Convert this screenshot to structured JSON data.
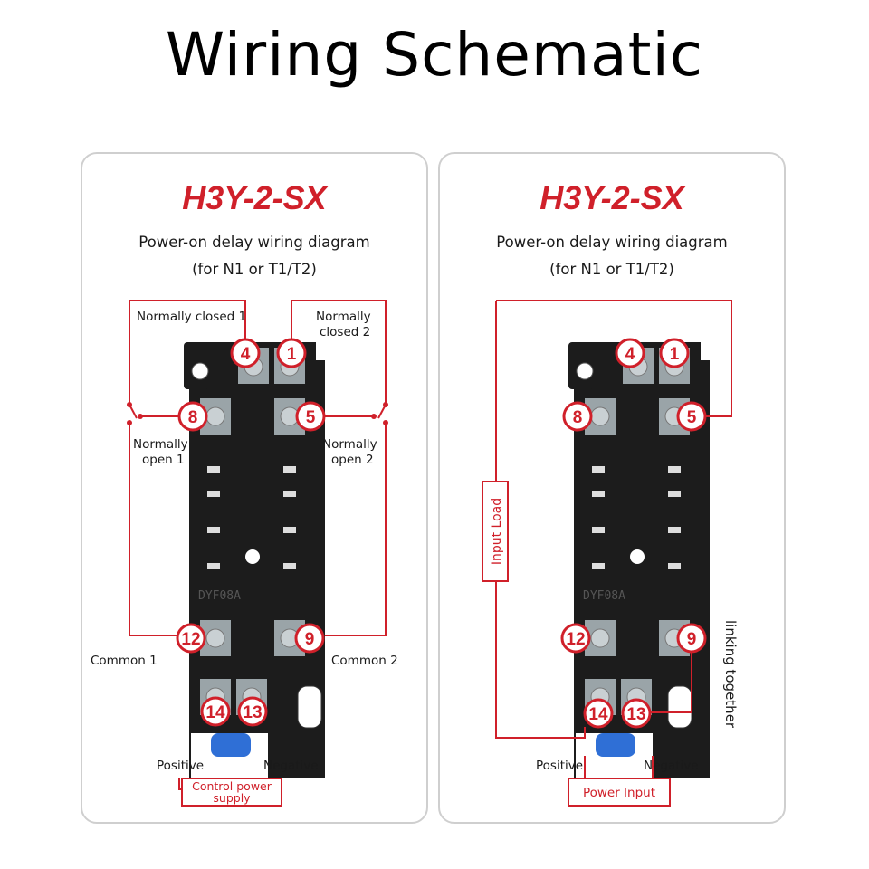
{
  "title": "Wiring Schematic",
  "colors": {
    "accent": "#d0202a",
    "wire": "#d0202a",
    "base": "#1c1c1c",
    "terminal": "#9aa4a8",
    "knob": "#2f6fd6"
  },
  "panels": [
    {
      "model": "H3Y-2-SX",
      "subtitle_line1": "Power-on delay wiring diagram",
      "subtitle_line2": "(for N1 or T1/T2)",
      "terminals": [
        "4",
        "1",
        "8",
        "5",
        "12",
        "9",
        "14",
        "13"
      ],
      "labels": {
        "normally_closed_1": "Normally closed 1",
        "normally_closed_2_line1": "Normally",
        "normally_closed_2_line2": "closed 2",
        "normally_open_1_line1": "Normally",
        "normally_open_1_line2": "open 1",
        "normally_open_2_line1": "Normally",
        "normally_open_2_line2": "open 2",
        "common_1": "Common 1",
        "common_2": "Common 2",
        "positive": "Positive",
        "negative": "Negative",
        "supply_line1": "Control power",
        "supply_line2": "supply"
      },
      "base_marking": "DYF08A"
    },
    {
      "model": "H3Y-2-SX",
      "subtitle_line1": "Power-on delay wiring diagram",
      "subtitle_line2": "(for N1 or T1/T2)",
      "terminals": [
        "4",
        "1",
        "8",
        "5",
        "12",
        "9",
        "14",
        "13"
      ],
      "labels": {
        "input_load": "Input Load",
        "linking_together": "linking together",
        "positive": "Positive",
        "negative": "Negative",
        "power_input": "Power Input"
      },
      "base_marking": "DYF08A"
    }
  ]
}
